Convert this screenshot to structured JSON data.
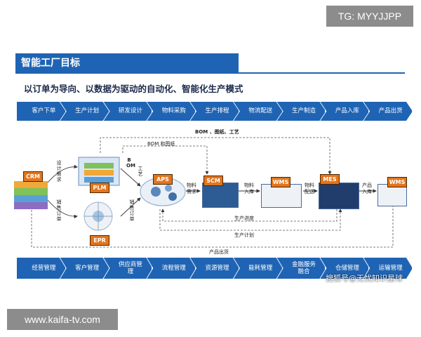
{
  "watermark_top": "TG: MYYJJPP",
  "watermark_bottom_left": "www.kaifa-tv.com",
  "watermark_bottom_right": "搜狐号@无忧知识星球",
  "title": "智能工厂目标",
  "subtitle": "以订单为导向、以数据为驱动的自动化、智能化生产模式",
  "process_steps": [
    "客户下单",
    "生产计划",
    "研发设计",
    "物料采购",
    "生产排程",
    "物流配送",
    "生产制造",
    "产品入库",
    "产品出货"
  ],
  "management_steps": [
    "经营管理",
    "客户管理",
    "供应商管\n理",
    "流程管理",
    "资源管理",
    "能耗管理",
    "金融服务\n融合",
    "仓储管理",
    "运输管理"
  ],
  "systems": {
    "crm": "CRM",
    "plm": "PLM",
    "epr": "EPR",
    "aps": "APS",
    "scm": "SCM",
    "wms1": "WMS",
    "mes": "MES",
    "wms2": "WMS"
  },
  "flow_labels": {
    "bom_top": "BOM 、图纸、工艺",
    "bom_mid": "BOM 和图纸",
    "bom_vertical": "B\nOM",
    "process_vertical": "工\n艺",
    "plm_send": "设\n计\n需\n求",
    "erp_order": "销\n售\n订\n单",
    "erp_aps": "销\n售\n订\n单",
    "material_demand": "物料\n需求",
    "material_in": "物料\n入库",
    "material_dist": "物料\n配送",
    "product_in": "产品\n入库",
    "progress": "生产进度",
    "plan": "生产计划",
    "ship": "产品出货"
  },
  "colors": {
    "process_bar": "#1f64b4",
    "management_bar": "#1f64b4",
    "system_box": "#e2751d",
    "title_bar": "#1f64b4"
  }
}
